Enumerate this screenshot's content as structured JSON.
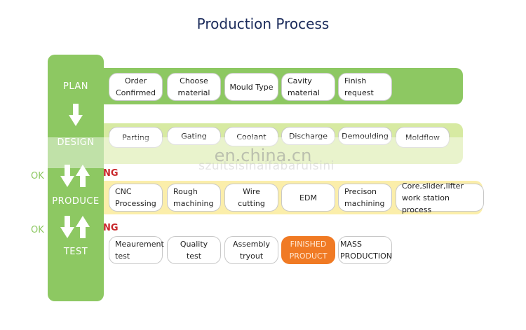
{
  "title": "Production Process",
  "stages": {
    "plan": "PLAN",
    "design": "DESIGN",
    "produce": "PRODUCE",
    "test": "TEST"
  },
  "plan_steps": [
    "Order\nConfirmed",
    "Choose\nmaterial",
    "Mould Type",
    "Cavity\nmaterial",
    "Finish\nrequest"
  ],
  "design_steps": [
    "Parting",
    "Gating",
    "Coolant",
    "Discharge",
    "Demoulding",
    "Moldflow"
  ],
  "produce_steps": [
    "CNC\nProcessing",
    "Rough\nmachining",
    "Wire\ncutting",
    "EDM",
    "Precison\nmachining",
    "Core,slider,lifter\nwork station process"
  ],
  "test_steps": [
    "Meaurement\ntest",
    "Quality\ntest",
    "Assembly\ntryout",
    "FINISHED\nPRODUCT",
    "MASS\nPRODUCTION"
  ],
  "feedback": {
    "ok_1": "OK",
    "ng_1": "NG",
    "ok_2": "OK",
    "ng_2": "NG"
  },
  "watermark": {
    "main": "en.china.cn",
    "sub": "szuitsisinaifabaruisini"
  },
  "colors": {
    "green": "#8dc862",
    "light_green": "#d7eaa2",
    "light_yellow": "#fbeeaa",
    "orange": "#f07a24",
    "ng_red": "#c8262a",
    "title_navy": "#1c2c5c"
  }
}
